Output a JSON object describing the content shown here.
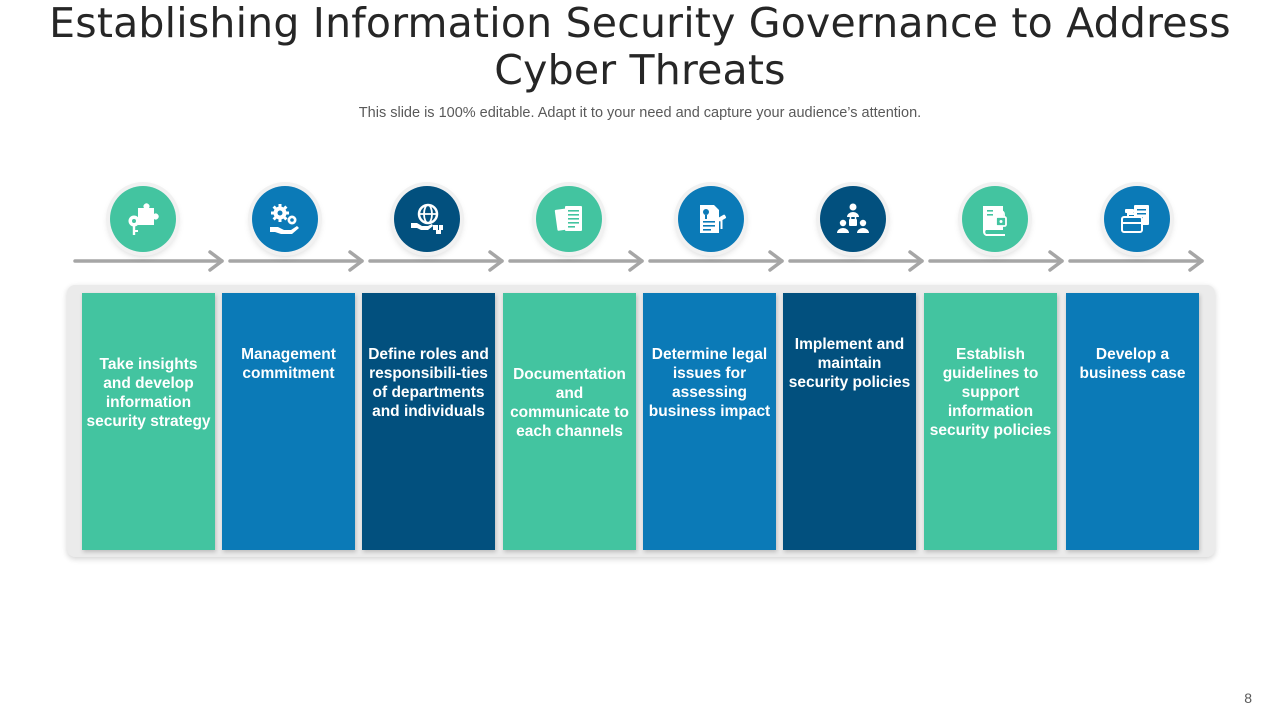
{
  "slide": {
    "title": "Establishing Information Security Governance to Address Cyber Threats",
    "subtitle": "This slide is 100% editable. Adapt it to your need and capture your audience’s attention.",
    "page_number": "8"
  },
  "colors": {
    "teal": "#43c4a0",
    "blue": "#0b7ab7",
    "navy": "#02507e",
    "arrow": "#a6a6a6"
  },
  "steps": [
    {
      "label": "Take insights and develop information security strategy",
      "icon": "puzzle-key-icon",
      "color": "#43c4a0"
    },
    {
      "label": "Management commitment",
      "icon": "gears-hand-icon",
      "color": "#0b7ab7"
    },
    {
      "label": "Define roles and responsibili-ties of departments and individuals",
      "icon": "globe-hand-icon",
      "color": "#02507e"
    },
    {
      "label": "Documentation and communicate to each channels",
      "icon": "documents-icon",
      "color": "#43c4a0"
    },
    {
      "label": "Determine legal issues for assessing business impact",
      "icon": "legal-document-icon",
      "color": "#0b7ab7"
    },
    {
      "label": "Implement and maintain security policies",
      "icon": "team-security-icon",
      "color": "#02507e"
    },
    {
      "label": "Establish guidelines to support information security policies",
      "icon": "policy-book-lock-icon",
      "color": "#43c4a0"
    },
    {
      "label": "Develop a business case",
      "icon": "briefcase-document-icon",
      "color": "#0b7ab7"
    }
  ]
}
